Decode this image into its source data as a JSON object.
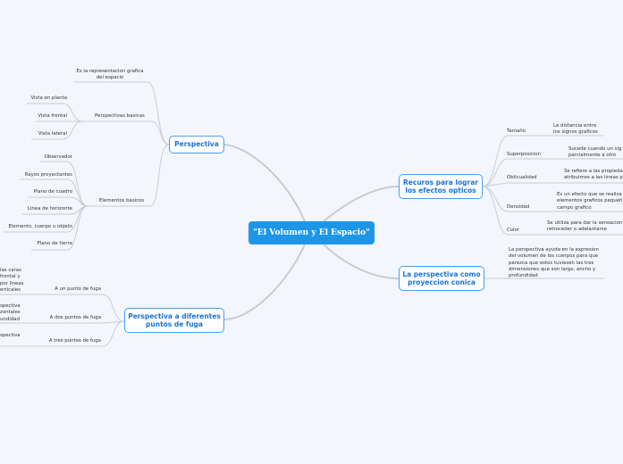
{
  "root": "\"El Volumen y El Espacio\"",
  "colors": {
    "background": "#f3f6fd",
    "root": "#1e96e8",
    "node_border": "#4a9ee8",
    "node_text": "#1a73d9",
    "lines": "#c8ccd4"
  },
  "perspectiva": {
    "title": "Perspectiva",
    "definition": [
      "Es la representacion grafica",
      "del espacio"
    ],
    "basicas": {
      "label": "Perspectivas basicas",
      "items": [
        "Vista en planta",
        "Vista frontal",
        "Vista lateral"
      ]
    },
    "elementos": {
      "label": "Elementos basicos",
      "items": [
        "Observador",
        "Rayos proyectantes",
        "Plano de cuadro",
        "Linea de horizonte",
        "Elemento, cuerpo u objeto",
        "Plano de tierra"
      ]
    }
  },
  "fuga": {
    "title": [
      "Perspectiva a diferentes",
      "puntos de fuga"
    ],
    "items": [
      {
        "label": "A un punto de fuga",
        "desc": [
          "las caras",
          "frontal y",
          "por lineas",
          "erticales"
        ]
      },
      {
        "label": "A dos puntos de fuga",
        "desc": [
          "spectiva",
          "zontales",
          "undidad"
        ]
      },
      {
        "label": "A tres puntos de fuga",
        "desc": [
          "spectiva"
        ]
      }
    ]
  },
  "recursos": {
    "title": [
      "Recuros para lograr",
      "los efectos opticos"
    ],
    "items": [
      {
        "label": "Tamaño",
        "desc": [
          "La distancia entre",
          "los signos graficos"
        ]
      },
      {
        "label": "Superposicion",
        "desc": [
          "Sucede cuando un sig",
          "parcialmente a otro"
        ]
      },
      {
        "label": "Oblicualidad",
        "desc": [
          "Se refiere a las propieda",
          "atribuimos a las lineas p"
        ]
      },
      {
        "label": "Densidad",
        "desc": [
          "Es un efecto que se realiza",
          "elementos graficos pequeñ",
          "campo grafico"
        ]
      },
      {
        "label": "Color",
        "desc": [
          "Se utiliza para dar la sensacion",
          "retroceder o adelantarse"
        ]
      }
    ]
  },
  "conica": {
    "title": [
      "La perspectiva como",
      "proyeccion conica"
    ],
    "desc": [
      "La perspectiva ayuda en la expresion",
      "del volumen de los cuerpos para que",
      "parezca que estos tuviesen las tres",
      "dimensiones que son largo, ancho y",
      "profundidad"
    ]
  }
}
